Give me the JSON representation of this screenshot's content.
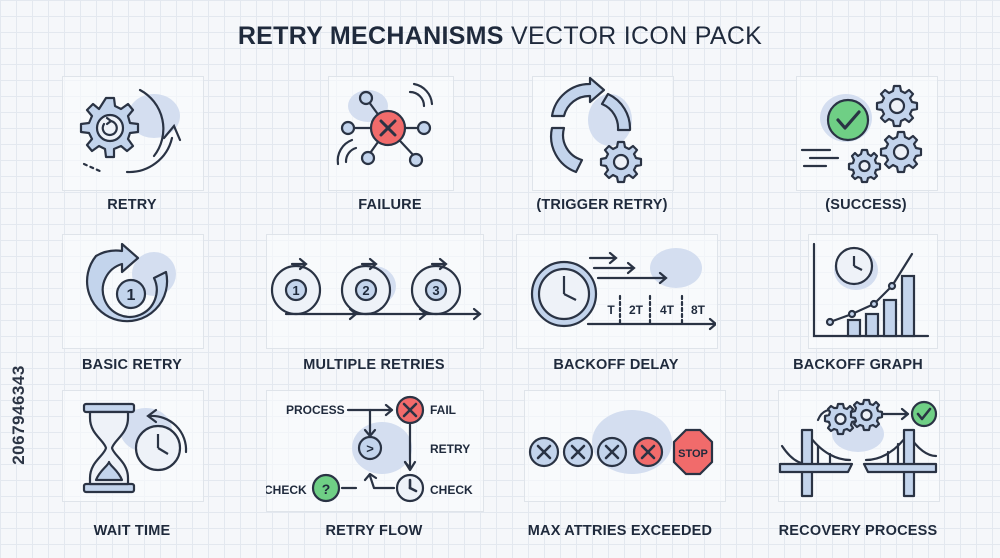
{
  "header": {
    "title_bold": "RETRY MECHANISMS",
    "title_rest": "VECTOR ICON PACK"
  },
  "side_id": "2067946343",
  "colors": {
    "outline": "#2a3344",
    "fill_blue": "#c3d4ec",
    "blob": "#d4def0",
    "red": "#f16b6b",
    "green": "#6fcf85"
  },
  "icons": [
    {
      "label": "RETRY"
    },
    {
      "label": "FAILURE"
    },
    {
      "label": "(TRIGGER RETRY)"
    },
    {
      "label": "(SUCCESS)"
    },
    {
      "label": "BASIC RETRY",
      "number": "1"
    },
    {
      "label": "MULTIPLE RETRIES",
      "numbers": [
        "1",
        "2",
        "3"
      ]
    },
    {
      "label": "BACKOFF DELAY",
      "ticks": [
        "T",
        "2T",
        "4T",
        "8T"
      ]
    },
    {
      "label": "BACKOFF GRAPH"
    },
    {
      "label": "WAIT TIME"
    },
    {
      "label": "RETRY FLOW",
      "process": "PROCESS",
      "fail": "FAIL",
      "retry": "RETRY",
      "check_left": "CHECK",
      "check_right": "CHECK",
      "arrow": ">",
      "question": "?"
    },
    {
      "label": "MAX ATTRIES EXCEEDED",
      "stop": "STOP"
    },
    {
      "label": "RECOVERY PROCESS"
    }
  ]
}
